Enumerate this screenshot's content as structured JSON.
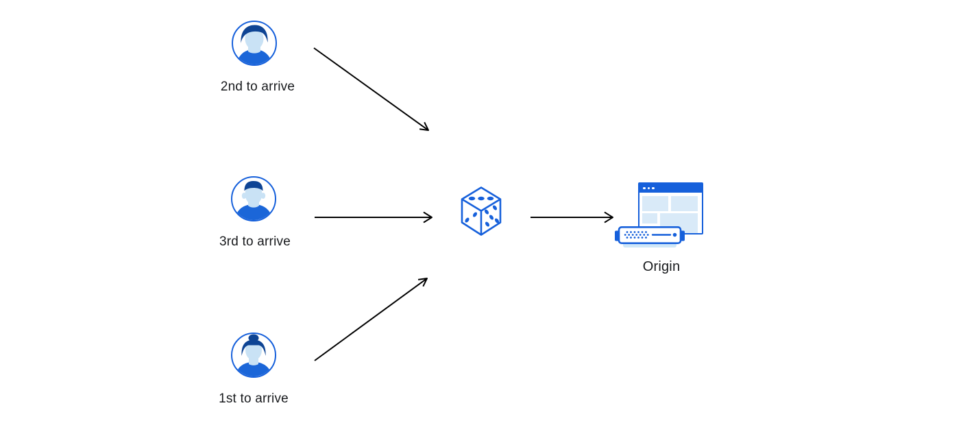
{
  "diagram": {
    "users": [
      {
        "label": "2nd to arrive",
        "icon": "user-avatar-icon"
      },
      {
        "label": "3rd to arrive",
        "icon": "user-avatar-icon"
      },
      {
        "label": "1st to arrive",
        "icon": "user-avatar-icon"
      }
    ],
    "balancer": {
      "icon": "dice-icon"
    },
    "origin": {
      "label": "Origin",
      "icon": "origin-server-icon"
    },
    "edges": [
      {
        "from": "2nd to arrive",
        "to": "dice"
      },
      {
        "from": "3rd to arrive",
        "to": "dice"
      },
      {
        "from": "1st to arrive",
        "to": "dice"
      },
      {
        "from": "dice",
        "to": "Origin"
      }
    ],
    "colors": {
      "accent_blue": "#1660db",
      "shirt_blue": "#1b66d8",
      "panel_light_blue": "#d9eaf8",
      "face_light_blue": "#c9e2f5",
      "hair_navy": "#0e4494",
      "arrow": "#000000",
      "label_text": "#17191c"
    }
  }
}
